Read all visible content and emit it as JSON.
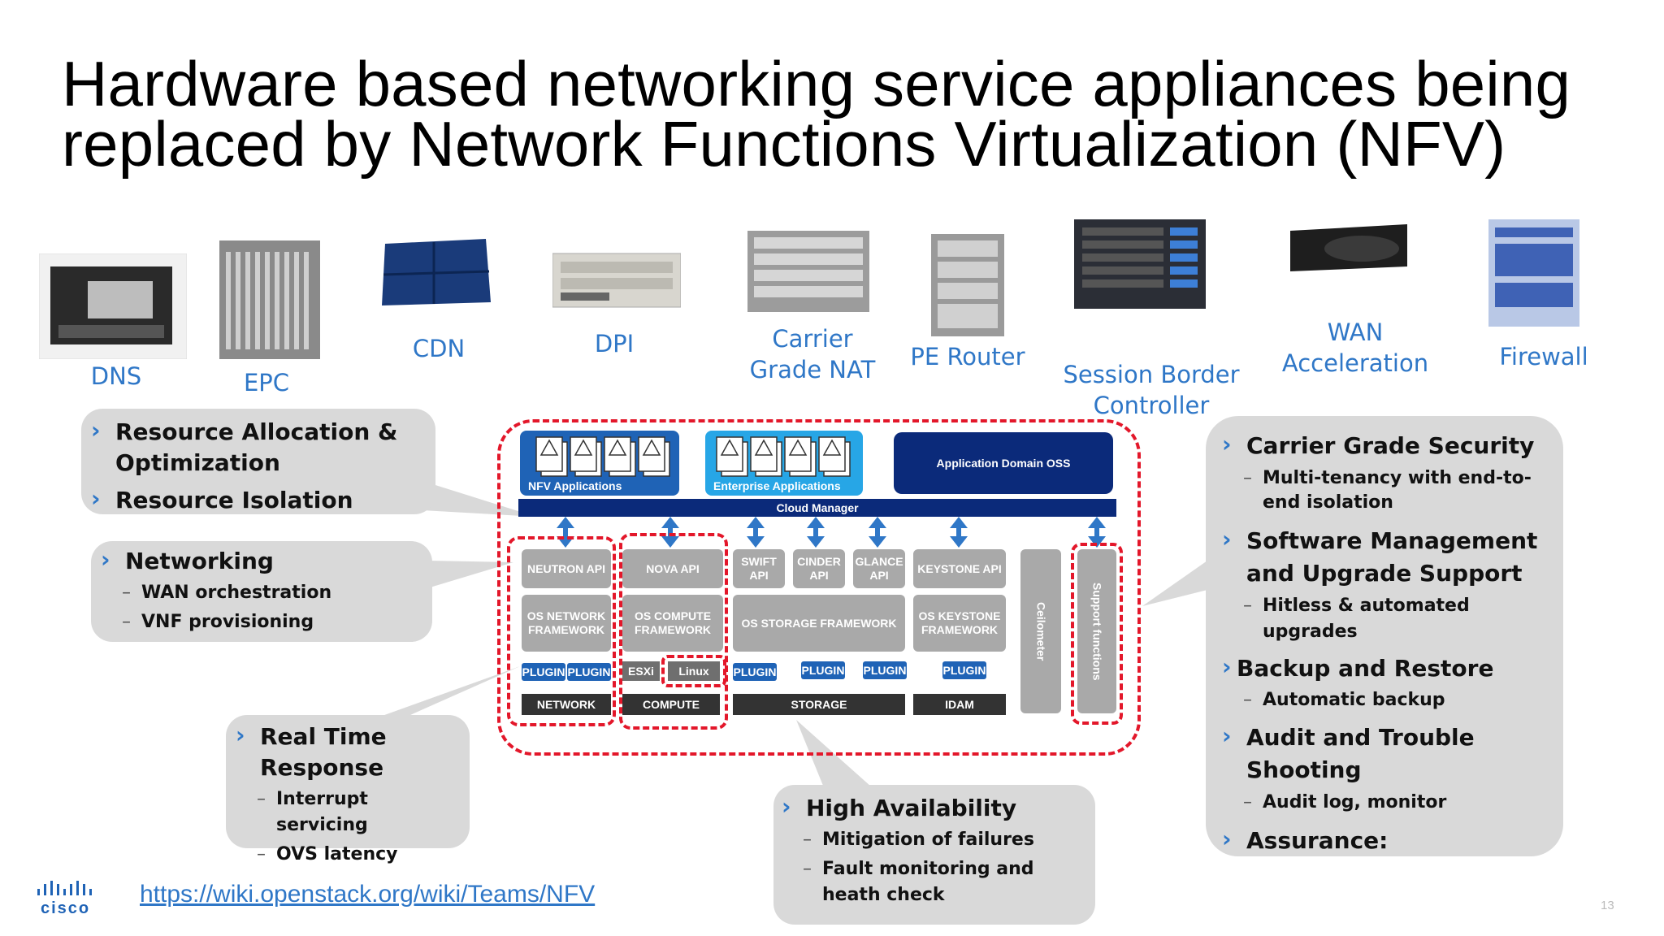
{
  "title": "Hardware based networking service appliances being replaced by Network Functions Virtualization (NFV)",
  "devices": [
    {
      "label": "DNS"
    },
    {
      "label": "EPC"
    },
    {
      "label": "CDN"
    },
    {
      "label": "DPI"
    },
    {
      "label": "Carrier Grade NAT"
    },
    {
      "label": "PE Router"
    },
    {
      "label": "Session Border Controller"
    },
    {
      "label": "WAN Acceleration"
    },
    {
      "label": "Firewall"
    }
  ],
  "callouts": {
    "resource": {
      "items": [
        "Resource Allocation & Optimization",
        "Resource Isolation"
      ]
    },
    "networking": {
      "heading": "Networking",
      "subs": [
        "WAN orchestration",
        "VNF provisioning"
      ]
    },
    "realtime": {
      "heading": "Real Time Response",
      "subs": [
        "Interrupt servicing",
        "OVS latency"
      ]
    },
    "ha": {
      "heading": "High Availability",
      "subs": [
        "Mitigation of failures",
        "Fault monitoring and heath check"
      ]
    },
    "right": {
      "security": "Carrier Grade Security",
      "security_sub": "Multi-tenancy with end-to-end isolation",
      "software": "Software Management and Upgrade Support",
      "software_sub": "Hitless & automated upgrades",
      "backup": "Backup and Restore",
      "backup_sub": "Automatic backup",
      "audit": "Audit and Trouble Shooting",
      "audit_sub": "Audit log, monitor",
      "assurance": "Assurance:"
    }
  },
  "diagram": {
    "nfv_apps": "NFV Applications",
    "enterprise_apps": "Enterprise Applications",
    "app_domain": "Application Domain OSS",
    "cloud_manager": "Cloud Manager",
    "apis": [
      "NEUTRON API",
      "NOVA API",
      "SWIFT API",
      "CINDER API",
      "GLANCE API",
      "KEYSTONE API"
    ],
    "frameworks": [
      "OS NETWORK FRAMEWORK",
      "OS COMPUTE FRAMEWORK",
      "OS STORAGE FRAMEWORK",
      "OS KEYSTONE FRAMEWORK"
    ],
    "plugins": [
      "PLUGIN",
      "PLUGIN",
      "PLUGIN",
      "PLUGIN",
      "PLUGIN",
      "PLUGIN"
    ],
    "esxi": "ESXi",
    "linux": "Linux",
    "bottoms": [
      "NETWORK",
      "COMPUTE",
      "STORAGE",
      "IDAM"
    ],
    "ceilometer": "Ceilometer",
    "support": "Support functions"
  },
  "footer": {
    "logo_text": "cisco",
    "link": "https://wiki.openstack.org/wiki/Teams/NFV",
    "page_number": "13"
  },
  "colors": {
    "accent_blue": "#2f77c7",
    "dark_navy": "#0b2a7a",
    "red_dash": "#e3172a",
    "callout_gray": "#d9d9d9"
  }
}
